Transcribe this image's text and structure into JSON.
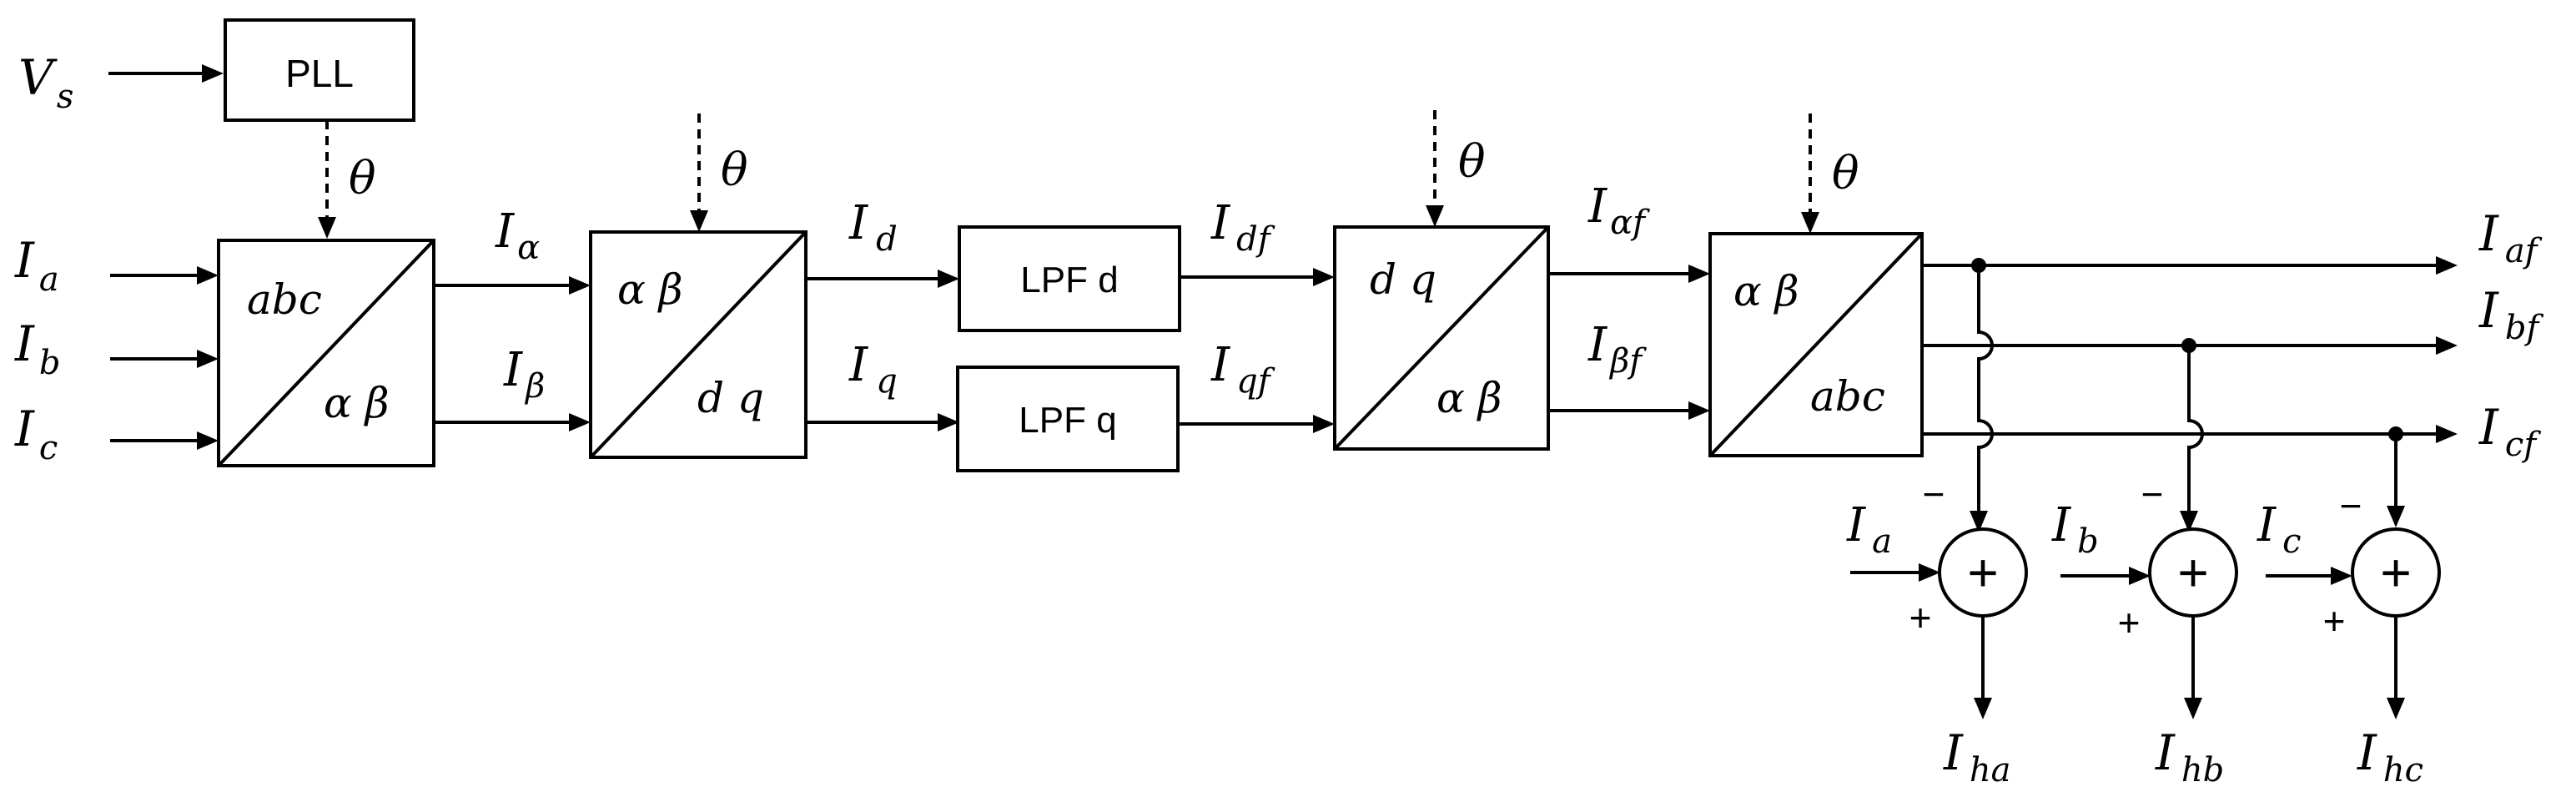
{
  "blocks": {
    "pll": "PLL",
    "lpf_d": "LPF d",
    "lpf_q": "LPF q",
    "abc_ab": {
      "top": "abc",
      "bottom": "α β"
    },
    "ab_dq": {
      "top": "α β",
      "bottom": "d q"
    },
    "dq_ab": {
      "top": "d q",
      "bottom": "α β"
    },
    "ab_abc": {
      "top": "α β",
      "bottom": "abc"
    }
  },
  "angle": {
    "main": "θ"
  },
  "inputs": {
    "vs": {
      "main": "V",
      "sub": "s"
    },
    "ia": {
      "main": "I",
      "sub": "a"
    },
    "ib": {
      "main": "I",
      "sub": "b"
    },
    "ic": {
      "main": "I",
      "sub": "c"
    }
  },
  "signals": {
    "i_alpha": {
      "main": "I",
      "sub": "α"
    },
    "i_beta": {
      "main": "I",
      "sub": "β"
    },
    "i_d": {
      "main": "I",
      "sub": "d"
    },
    "i_q": {
      "main": "I",
      "sub": "q"
    },
    "i_df": {
      "main": "I",
      "sub": "df"
    },
    "i_qf": {
      "main": "I",
      "sub": "qf"
    },
    "i_alpha_f": {
      "main": "I",
      "sub": "αf"
    },
    "i_beta_f": {
      "main": "I",
      "sub": "βf"
    }
  },
  "outputs": {
    "i_af": {
      "main": "I",
      "sub": "af"
    },
    "i_bf": {
      "main": "I",
      "sub": "bf"
    },
    "i_cf": {
      "main": "I",
      "sub": "cf"
    }
  },
  "summers": [
    {
      "input": {
        "main": "I",
        "sub": "a"
      },
      "output": {
        "main": "I",
        "sub": "ha"
      },
      "symbol": "+",
      "minus": "−",
      "plus": "+"
    },
    {
      "input": {
        "main": "I",
        "sub": "b"
      },
      "output": {
        "main": "I",
        "sub": "hb"
      },
      "symbol": "+",
      "minus": "−",
      "plus": "+"
    },
    {
      "input": {
        "main": "I",
        "sub": "c"
      },
      "output": {
        "main": "I",
        "sub": "hc"
      },
      "symbol": "+",
      "minus": "−",
      "plus": "+"
    }
  ]
}
